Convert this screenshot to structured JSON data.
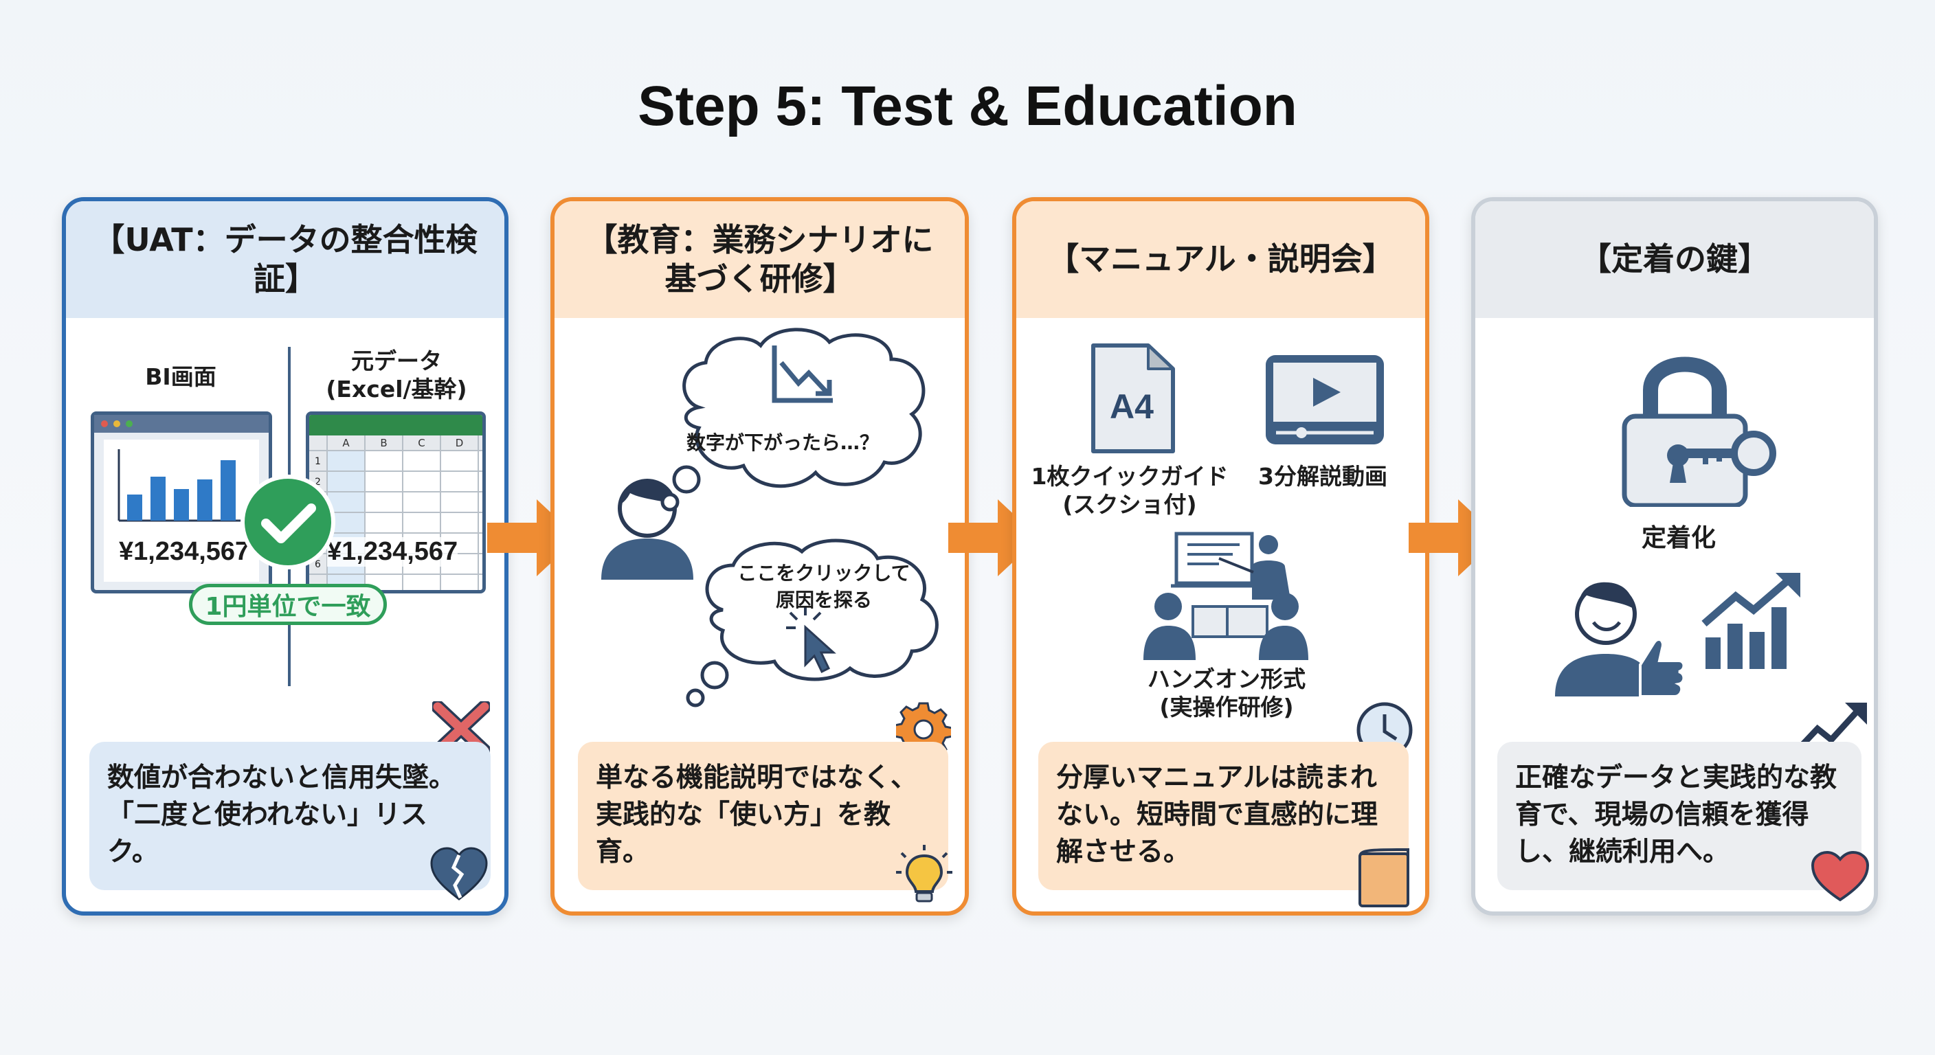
{
  "title": "Step 5: Test & Education",
  "colors": {
    "blue": "#2f6db3",
    "orange": "#ef8c33",
    "gray": "#c9d0d8",
    "green": "#2f9e5a",
    "red": "#e06666",
    "icon": "#3f5f84"
  },
  "cards": [
    {
      "header": "【UAT：データの整合性検証】",
      "bi_label": "BI画面",
      "source_label_1": "元データ",
      "source_label_2": "(Excel/基幹)",
      "bi_value": "¥1,234,567",
      "source_value": "¥1,234,567",
      "sheet_columns": [
        "A",
        "B",
        "C",
        "D"
      ],
      "sheet_rows": [
        "1",
        "2",
        "6"
      ],
      "match_badge": "1円単位で一致",
      "body_line_1": "数値が合わないと信用失墜。",
      "body_line_2": "「二度と使われない」リスク。",
      "icons": [
        "check-circle-icon",
        "cross-icon",
        "broken-heart-icon"
      ]
    },
    {
      "header": "【教育：業務シナリオに基づく研修】",
      "bubble_1": "数字が下がったら…？",
      "bubble_2_line_1": "ここをクリックして",
      "bubble_2_line_2": "原因を探る",
      "body_line_1": "単なる機能説明ではなく、",
      "body_line_2": "実践的な「使い方」を教育。",
      "icons": [
        "person-icon",
        "thought-bubble-icon",
        "chart-down-icon",
        "cursor-click-icon",
        "gear-icon",
        "lightbulb-icon"
      ]
    },
    {
      "header": "【マニュアル・説明会】",
      "doc_text": "A4",
      "guide_label_1": "1枚クイックガイド",
      "guide_label_2": "(スクショ付)",
      "video_label": "3分解説動画",
      "handson_label_1": "ハンズオン形式",
      "handson_label_2": "(実操作研修)",
      "body_line_1": "分厚いマニュアルは読まれ",
      "body_line_2": "ない。短時間で直感的に理",
      "body_line_3": "解させる。",
      "icons": [
        "document-icon",
        "video-player-icon",
        "training-icon",
        "clock-icon",
        "book-icon"
      ]
    },
    {
      "header": "【定着の鍵】",
      "lock_label": "定着化",
      "body_line_1": "正確なデータと実践的な教",
      "body_line_2": "育で、現場の信頼を獲得",
      "body_line_3": "し、継続利用へ。",
      "icons": [
        "lock-key-icon",
        "thumbs-up-person-icon",
        "growth-chart-icon",
        "trend-up-arrow-icon",
        "heart-icon"
      ]
    }
  ]
}
